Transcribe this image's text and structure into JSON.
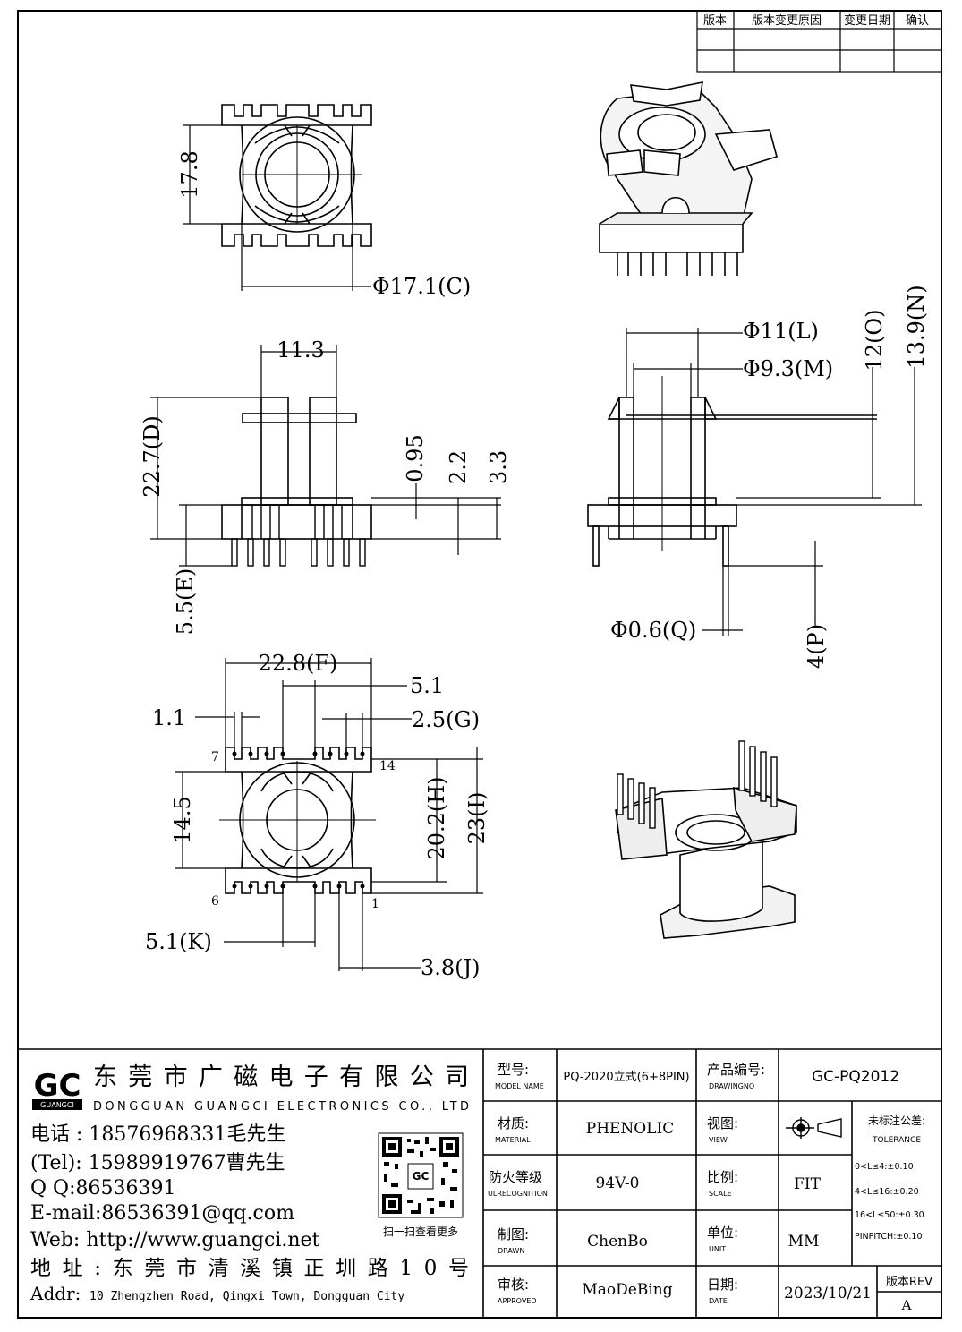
{
  "revision_table": {
    "headers": [
      "版本",
      "版本变更原因",
      "变更日期",
      "确认"
    ],
    "rows": [
      [
        "",
        "",
        "",
        ""
      ],
      [
        "",
        "",
        "",
        ""
      ]
    ]
  },
  "dimensions": {
    "top_view": {
      "height": "17.8",
      "diameter_c": "Φ17.1(C)"
    },
    "front_view": {
      "width": "11.3",
      "height_d": "22.7(D)",
      "pin_length_e": "5.5(E)",
      "flange_thickness": "0.95",
      "v_2_2": "2.2",
      "v_3_3": "3.3"
    },
    "side_view": {
      "diameter_l": "Φ11(L)",
      "diameter_m": "Φ9.3(M)",
      "height_o": "12(O)",
      "height_n": "13.9(N)",
      "pin_diameter_q": "Φ0.6(Q)",
      "pin_length_p": "4(P)"
    },
    "bottom_view": {
      "width_f": "22.8(F)",
      "slot_5_1": "5.1",
      "pin_width": "1.1",
      "pitch_g": "2.5(G)",
      "height_14_5": "14.5",
      "height_h": "20.2(H)",
      "height_i": "23(I)",
      "slot_k": "5.1(K)",
      "spacing_j": "3.8(J)",
      "pin_labels": {
        "p7": "7",
        "p14": "14",
        "p6": "6",
        "p1": "1"
      }
    }
  },
  "company": {
    "logo_text": "GC",
    "logo_sub": "GUANGCI",
    "name_cn": "东莞市广磁电子有限公司",
    "name_en": "DONGGUAN GUANGCI ELECTRONICS CO., LTD",
    "phone": "电话 : 18576968331毛先生",
    "tel": "(Tel): 15989919767曹先生",
    "qq": "Q Q:86536391",
    "email": "E-mail:86536391@qq.com",
    "web": "Web: http://www.guangci.net",
    "address_cn": "地址:东莞市清溪镇正圳路10号",
    "address_en_label": "Addr:",
    "address_en": "10 Zhengzhen Road, Qingxi Town, Dongguan City",
    "qr_caption": "扫一扫查看更多"
  },
  "title_block": {
    "model_label": "型号:",
    "model_label_en": "MODEL NAME",
    "model_value": "PQ-2020立式(6+8PIN)",
    "drawing_label": "产品编号:",
    "drawing_label_en": "DRAWINGNO",
    "drawing_value": "GC-PQ2012",
    "material_label": "材质:",
    "material_label_en": "MATERIAL",
    "material_value": "PHENOLIC",
    "view_label": "视图:",
    "view_label_en": "VIEW",
    "tolerance_label": "未标注公差:",
    "tolerance_label_en": "TOLERANCE",
    "tolerance_lines": [
      "0<L≤4:±0.10",
      "4<L≤16:±0.20",
      "16<L≤50:±0.30",
      "PINPITCH:±0.10"
    ],
    "fire_label": "防火等级",
    "fire_label_en": "ULRECOGNITION",
    "fire_value": "94V-0",
    "scale_label": "比例:",
    "scale_label_en": "SCALE",
    "scale_value": "FIT",
    "drawn_label": "制图:",
    "drawn_label_en": "DRAWN",
    "drawn_value": "ChenBo",
    "unit_label": "单位:",
    "unit_label_en": "UNIT",
    "unit_value": "MM",
    "approved_label": "审核:",
    "approved_label_en": "APPROVED",
    "approved_value": "MaoDeBing",
    "date_label": "日期:",
    "date_label_en": "DATE",
    "date_value": "2023/10/21",
    "rev_label": "版本REV",
    "rev_value": "A"
  }
}
